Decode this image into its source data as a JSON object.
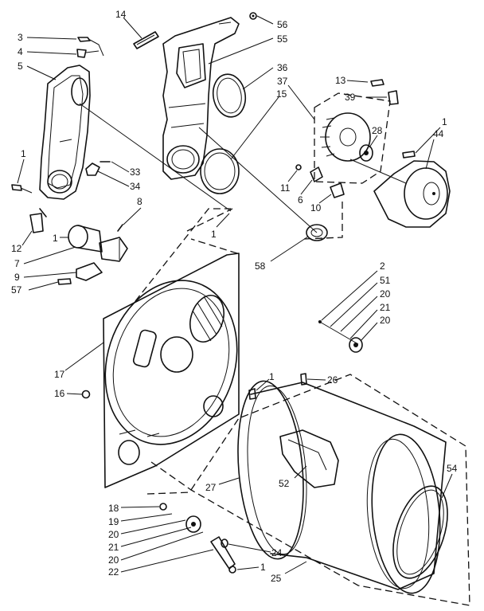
{
  "diagram": {
    "callouts": {
      "n14": "14",
      "n56": "56",
      "n55": "55",
      "n3": "3",
      "n4": "4",
      "n5": "5",
      "n36": "36",
      "n37": "37",
      "n15": "15",
      "n13": "13",
      "n39": "39",
      "n28": "28",
      "n1_blower": "1",
      "n44": "44",
      "n1_left": "1",
      "n33": "33",
      "n34": "34",
      "n8": "8",
      "n11": "11",
      "n6": "6",
      "n10": "10",
      "n12": "12",
      "n1_motor": "1",
      "n7": "7",
      "n9": "9",
      "n57": "57",
      "n1_mid": "1",
      "n58": "58",
      "n2": "2",
      "n51": "51",
      "n20_a": "20",
      "n21_a": "21",
      "n20_b": "20",
      "n17": "17",
      "n16": "16",
      "n1_bulk": "1",
      "n26": "26",
      "n27": "27",
      "n52": "52",
      "n54": "54",
      "n18": "18",
      "n19": "19",
      "n20_c": "20",
      "n21_b": "21",
      "n20_d": "20",
      "n22": "22",
      "n24": "24",
      "n1_bottom": "1",
      "n25": "25"
    }
  }
}
